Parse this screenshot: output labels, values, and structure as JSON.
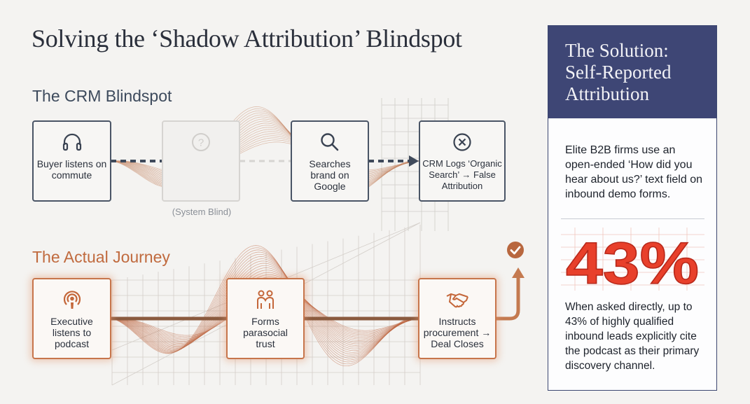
{
  "title": "Solving the ‘Shadow Attribution’ Blindspot",
  "crm": {
    "heading": "The CRM Blindspot",
    "nodes": [
      {
        "label": "Buyer listens on commute",
        "icon": "headphones-icon"
      },
      {
        "label": "",
        "icon": "question-icon"
      },
      {
        "label": "Searches brand on Google",
        "icon": "search-icon"
      },
      {
        "label": "CRM Logs ‘Organic Search’ → False Attribution",
        "icon": "x-circle-icon"
      }
    ],
    "ghost_caption": "(System Blind)"
  },
  "journey": {
    "heading": "The Actual Journey",
    "nodes": [
      {
        "label": "Executive listens to podcast",
        "icon": "podcast-icon"
      },
      {
        "label": "Forms parasocial trust",
        "icon": "people-icon"
      },
      {
        "label": "Instructs procurement → Deal Closes",
        "icon": "handshake-icon"
      }
    ],
    "end_icon": "check-circle-icon"
  },
  "solution": {
    "title": "The Solution: Self-Reported Attribution",
    "body": "Elite B2B firms use an open-ended ‘How did you hear about us?’ text field on inbound demo forms.",
    "stat": "43%",
    "stat_body": "When asked directly, up to 43% of highly qualified inbound leads explicitly cite the podcast as their primary discovery channel."
  },
  "colors": {
    "navy": "#3e4675",
    "slate": "#4a5566",
    "copper": "#c7754b",
    "stat_red": "#e8402b",
    "background": "#f4f3f1"
  }
}
